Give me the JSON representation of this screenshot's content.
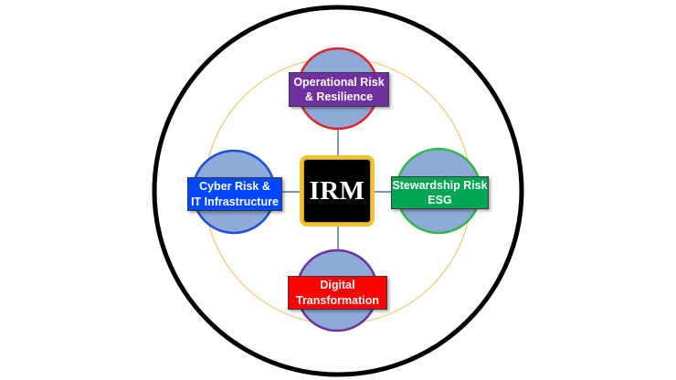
{
  "center": {
    "label": "IRM"
  },
  "nodes": {
    "operational": {
      "label": "Operational Risk\n& Resilience",
      "box_color": "#7030a0",
      "ring_color": "#e0262d"
    },
    "cyber": {
      "label": "Cyber Risk &\nIT Infrastructure",
      "box_color": "#0047ff",
      "ring_color": "#1f4fd8"
    },
    "stewardship": {
      "label": "Stewardship Risk\nESG",
      "box_color": "#00a651",
      "ring_color": "#2eb84a"
    },
    "digital": {
      "label": "Digital\nTransformation",
      "box_color": "#ff0000",
      "ring_color": "#7030a0"
    }
  },
  "colors": {
    "node_fill": "#8fa9d8",
    "orbit": "#f4c766",
    "connector": "#4472c4",
    "outer_ring": "#000000",
    "center_border": "#f1c232"
  }
}
